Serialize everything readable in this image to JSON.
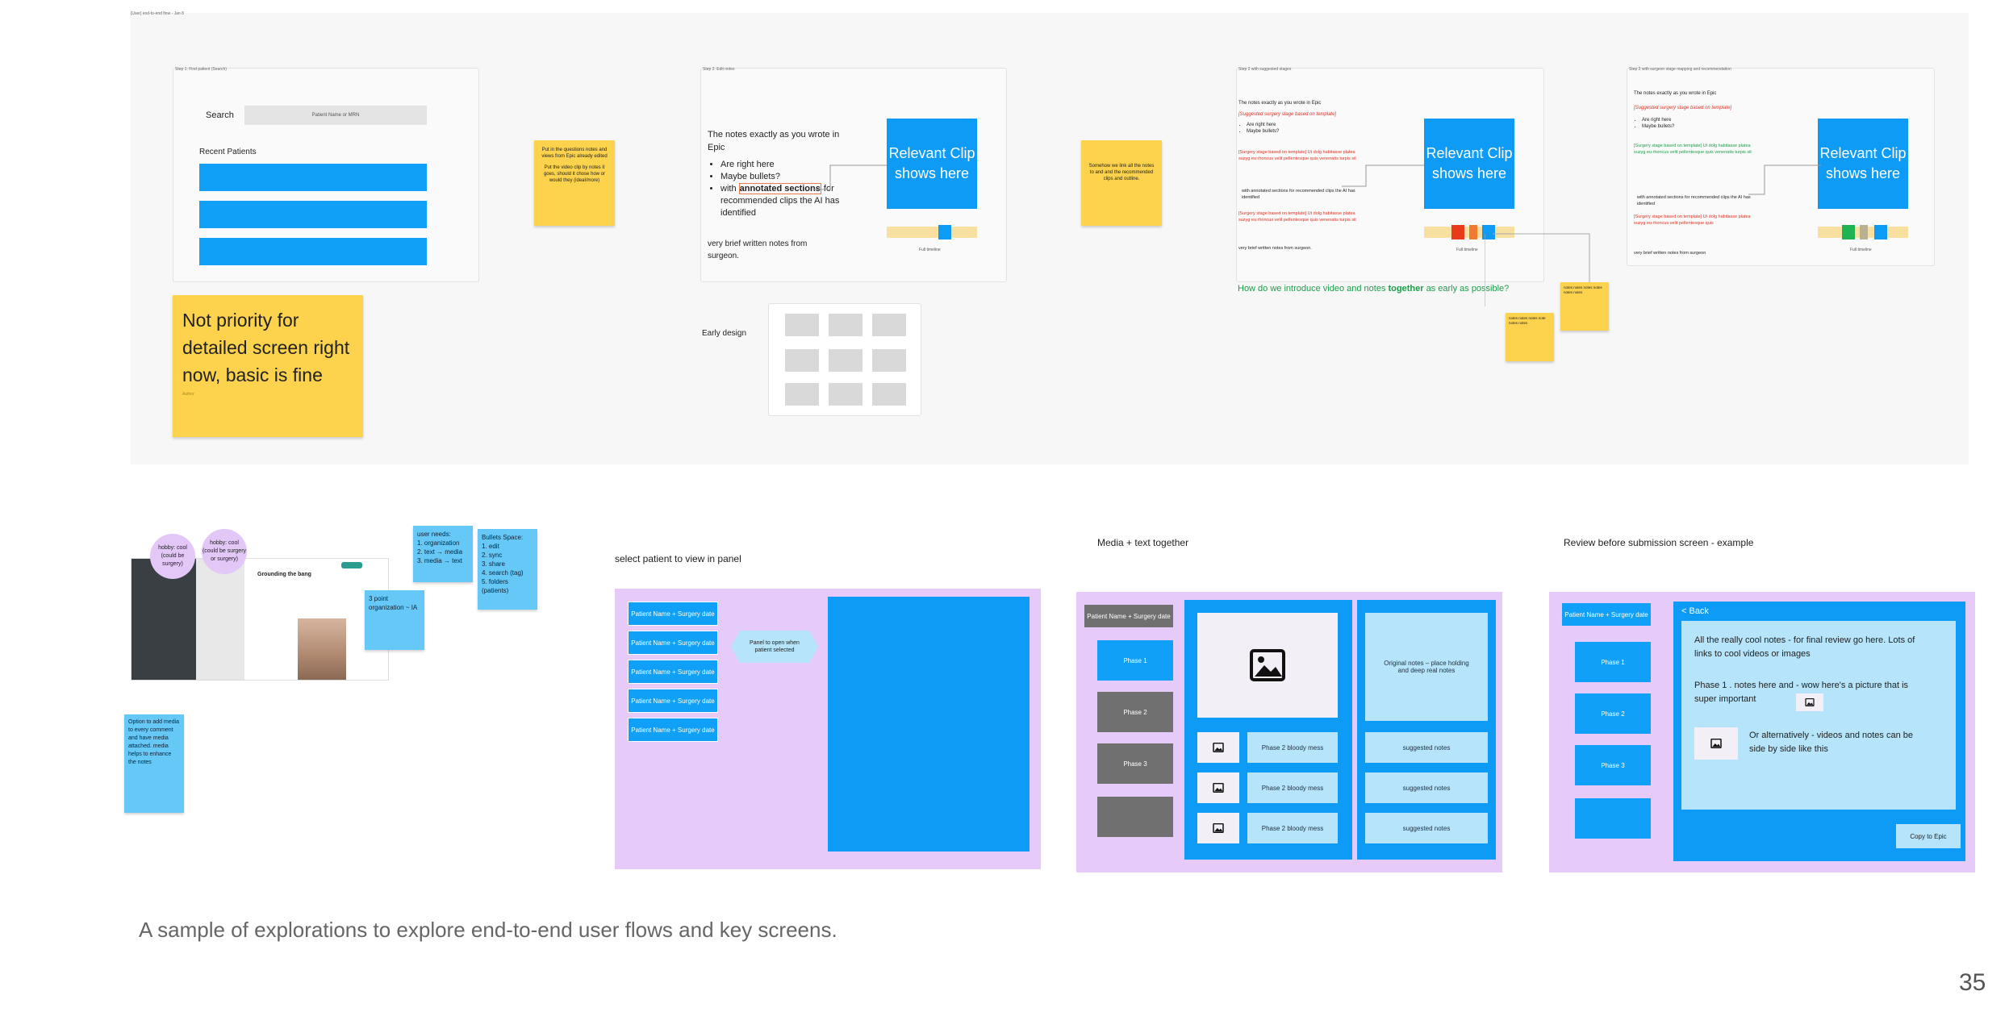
{
  "top_frame": {
    "label": "[User] end-to-end flow - Jan 8",
    "search_screen": {
      "label": "Step 1: Find patient (Search)",
      "search_label": "Search",
      "search_placeholder": "Patient Name or MRN",
      "recent_label": "Recent Patients"
    },
    "sticky_question": {
      "text": "Put in the questions notes and views from Epic already edited",
      "text2": "Put the video clip by notes it goes, should it chose how or would they (ideal/more)"
    },
    "sticky_priority": {
      "text": "Not priority for detailed screen right now, basic is fine",
      "author": "Author"
    },
    "notes_screen_1": {
      "label": "Step 2: Edit notes",
      "intro": "The notes exactly as you wrote in Epic",
      "bullets": [
        "Are right here",
        "Maybe bullets?",
        "with",
        "annotated sections",
        " for recommended clips the AI has identified"
      ],
      "footer": "very brief written notes from surgeon.",
      "clip_text": "Relevant Clip shows here",
      "timeline_label": "Full timeline"
    },
    "sticky_question2": {
      "text": "Somehow we link all the notes to and and the recommended clips and outline."
    },
    "early_design": {
      "label": "Early design"
    },
    "notes_screen_2": {
      "label": "Step 2 with suggested stages",
      "intro": "The notes exactly as you wrote in Epic",
      "suggested": "[Suggested surgery stage based on template]",
      "bullets": [
        "Are right here",
        "Maybe bullets?"
      ],
      "red_block_1": "[Surgery stage based on template] Ut dolg habitasse platea suzyg eu rhoncus velit pellentesque quis venenatis turpis sit",
      "annotated": "with annotated sections for recommended clips the AI has identified",
      "red_block_2": "[Surgery stage based on template] Ut dolg habitasse platea suzyg eu rhoncus velit pellentesque quis venenatis turpis sit",
      "footer": "very brief written notes from surgeon.",
      "clip_text": "Relevant Clip shows here",
      "timeline_label": "Full timeline",
      "question": "How do we introduce video and notes together as early as possible?",
      "question_parts": [
        "How do we introduce video and notes ",
        "together",
        " as early as possible?"
      ]
    },
    "notes_screen_3": {
      "label": "Step 2 with surgeon stage mapping and recommendation",
      "intro": "The notes exactly as you wrote in Epic",
      "suggested": "[Suggested surgery stage based on template]",
      "bullets": [
        "Are right here",
        "Maybe bullets?"
      ],
      "green_block": "[Surgery stage based on template] Ut dolg habitasse platea suzyg eu rhoncus velit pellentesque quis venenatis turpis sit",
      "annotated": "with annotated sections for recommended clips the AI has identified",
      "red_block": "[Surgery stage based on template] Ut dolg habitasse platea suzyg eu rhoncus velit pellentesque quis",
      "footer": "very brief written notes from surgeon",
      "clip_text": "Relevant Clip shows here",
      "timeline_label": "Full timeline"
    },
    "sticky_small_1": {
      "text": "notes notes notes note notes notes"
    },
    "sticky_small_2": {
      "text": "notes notes notes notes notes notes"
    }
  },
  "bottom": {
    "circles": [
      {
        "text": "hobby: cool (could be surgery)"
      },
      {
        "text": "hobby: cool (could be surgery or surgery)"
      }
    ],
    "app_title": "Grounding the bang",
    "sticky_user_needs": {
      "title": "user needs:",
      "items": [
        "1. organization",
        "2. text → media",
        "3. media → text"
      ]
    },
    "sticky_bullets": {
      "title": "Bullets Space:",
      "items": [
        "1. edit",
        "2. sync",
        "3. share",
        "4. search (tag)",
        "5. folders (patients)"
      ]
    },
    "sticky_point": {
      "text": "3 point organization ~ IA"
    },
    "sticky_option": {
      "text": "Option to add media to every comment and have media attached. media helps to enhance the notes"
    },
    "select_patient": {
      "label": "select patient to view in panel",
      "rows": [
        "Patient Name + Surgery date",
        "Patient Name + Surgery date",
        "Patient Name + Surgery date",
        "Patient Name + Surgery date",
        "Patient Name + Surgery date"
      ],
      "tooltip": "Panel to open when patient selected"
    },
    "media_text": {
      "label": "Media + text together",
      "header": "Patient Name + Surgery date",
      "phases": [
        "Phase 1",
        "Phase 2",
        "Phase 3",
        ""
      ],
      "original_notes": "Original notes – place holding and deep real notes",
      "rows": [
        "Phase 2 bloody mess",
        "Phase 2 bloody mess",
        "Phase 2 bloody mess"
      ],
      "suggested": [
        "suggested notes",
        "suggested notes",
        "suggested notes"
      ]
    },
    "review": {
      "label": "Review before submission screen - example",
      "header": "Patient Name + Surgery date",
      "phases": [
        "Phase 1",
        "Phase 2",
        "Phase 3",
        ""
      ],
      "back": "< Back",
      "text1": "All the really cool notes - for final review go here. Lots of links to cool videos or images",
      "text2": "Phase 1 . notes here and - wow here's a picture that is super important",
      "text3": "Or alternatively - videos and notes can be side by side like this",
      "button": "Copy to Epic"
    }
  },
  "caption": "A sample of explorations to explore end-to-end user flows and key screens.",
  "page_number": "35"
}
